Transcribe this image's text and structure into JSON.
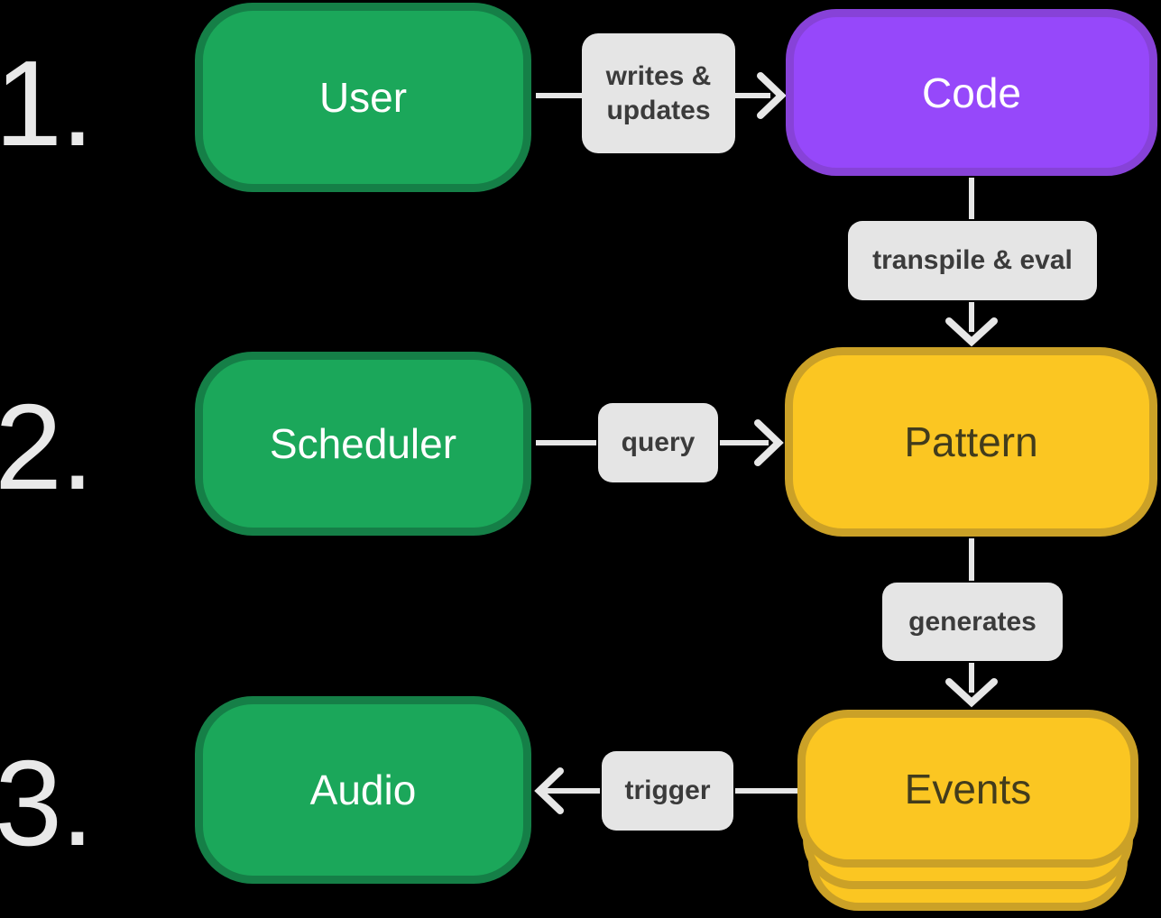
{
  "step_numbers": [
    "1.",
    "2.",
    "3."
  ],
  "nodes": {
    "user": "User",
    "code": "Code",
    "scheduler": "Scheduler",
    "pattern": "Pattern",
    "audio": "Audio",
    "events": "Events"
  },
  "edge_labels": {
    "writes_updates_line1": "writes &",
    "writes_updates_line2": "updates",
    "transpile_eval": "transpile & eval",
    "query": "query",
    "generates": "generates",
    "trigger": "trigger"
  },
  "colors": {
    "background": "#000000",
    "green_fill": "#1BA75A",
    "green_border": "#157F47",
    "purple_fill": "#9648FA",
    "purple_border": "#8742D8",
    "yellow_fill": "#FBC622",
    "yellow_border": "#CBA127",
    "edge_label_bg": "#E5E5E5",
    "edge_label_text": "#3B3B3B",
    "arrow": "#E7E7E7",
    "step_number_text": "#E9E9E9",
    "node_text_light": "#FFFFFF",
    "node_text_dark": "#423C1C"
  }
}
